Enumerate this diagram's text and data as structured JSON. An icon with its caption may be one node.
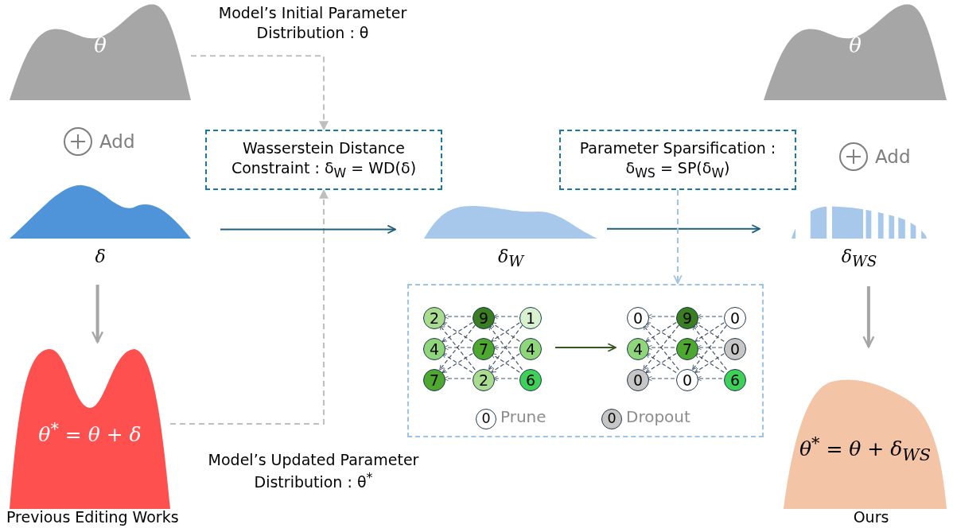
{
  "diagram": {
    "nodes": [
      {
        "text": [
          "θ"
        ],
        "beside": [
          "Model’s Initial Parameter Distribution : θ"
        ]
      },
      {
        "text": [
          "θ"
        ]
      },
      {
        "text": [
          "Wasserstein Distance Constraint : δ$_{W}$ = WD(δ)"
        ]
      },
      {
        "text": [
          "Parameter Sparsification : δ$_{WS}$ = SP(δ$_{W}$)"
        ]
      },
      {
        "text": [
          "δ"
        ]
      },
      {
        "text": [
          "δ$_{W}$"
        ]
      },
      {
        "text": [
          "δ$_{WS}$"
        ]
      },
      {
        "text": [],
        "shape": "box"
      },
      {
        "text": [
          "2"
        ],
        "in": 7
      },
      {
        "text": [
          "9"
        ],
        "in": 7
      },
      {
        "text": [
          "1"
        ],
        "in": 7
      },
      {
        "text": [
          "4"
        ],
        "in": 7
      },
      {
        "text": [
          "7"
        ],
        "in": 7
      },
      {
        "text": [
          "4"
        ],
        "in": 7
      },
      {
        "text": [
          "7"
        ],
        "in": 7
      },
      {
        "text": [
          "2"
        ],
        "in": 7
      },
      {
        "text": [
          "6"
        ],
        "in": 7
      },
      {
        "text": [
          "0"
        ],
        "in": 7
      },
      {
        "text": [
          "9"
        ],
        "in": 7
      },
      {
        "text": [
          "0"
        ],
        "in": 7
      },
      {
        "text": [
          "4"
        ],
        "in": 7
      },
      {
        "text": [
          "7"
        ],
        "in": 7
      },
      {
        "text": [
          "0"
        ],
        "in": 7
      },
      {
        "text": [
          "0"
        ],
        "in": 7
      },
      {
        "text": [
          "0"
        ],
        "in": 7
      },
      {
        "text": [
          "6"
        ],
        "in": 7
      },
      {
        "text": [
          "0"
        ],
        "in": 7,
        "beside": [
          "Prune"
        ]
      },
      {
        "text": [
          "0"
        ],
        "in": 7,
        "beside": [
          "Dropout"
        ]
      },
      {
        "text": [
          "θ$^{*}$ = θ + δ"
        ],
        "beside": [
          "Model’s Updated Parameter Distribution : θ$^{*}$",
          "Previous Editing Works"
        ]
      },
      {
        "text": [
          "θ$^{*}$ = θ + δ$_{WS}$"
        ],
        "beside": [
          "Ours"
        ]
      }
    ],
    "edges": [
      {
        "from": 0,
        "to": 2,
        "arrow": "to",
        "style": "dashed",
        "color": "#bfbfbf"
      },
      {
        "from": 28,
        "to": 2,
        "arrow": "to",
        "style": "dashed",
        "color": "#bfbfbf"
      },
      {
        "from": 4,
        "to": 5,
        "arrow": "to",
        "color": "#1f5f7e"
      },
      {
        "from": 5,
        "to": 6,
        "arrow": "to",
        "color": "#1f5f7e"
      },
      {
        "from": 3,
        "to": 7,
        "arrow": "to",
        "style": "dashed",
        "color": "#9dc3e6"
      },
      {
        "from": 4,
        "to": 28,
        "arrow": "to",
        "style": "thick",
        "color": "#a6a6a6"
      },
      {
        "from": 6,
        "to": 29,
        "arrow": "to",
        "style": "thick",
        "color": "#a6a6a6"
      },
      {
        "from": 13,
        "to": 20,
        "arrow": "to",
        "color": "#375623"
      },
      {
        "from": 9,
        "to": 8,
        "arrow": "to",
        "style": "dashed",
        "color": "#44546a"
      },
      {
        "from": 12,
        "to": 8,
        "arrow": "to",
        "style": "dashed",
        "color": "#44546a"
      },
      {
        "from": 15,
        "to": 8,
        "arrow": "to",
        "style": "dashed",
        "color": "#44546a"
      },
      {
        "from": 9,
        "to": 11,
        "arrow": "to",
        "style": "dashed",
        "color": "#44546a"
      },
      {
        "from": 12,
        "to": 11,
        "arrow": "to",
        "style": "dashed",
        "color": "#44546a"
      },
      {
        "from": 15,
        "to": 11,
        "arrow": "to",
        "style": "dashed",
        "color": "#44546a"
      },
      {
        "from": 9,
        "to": 14,
        "arrow": "to",
        "style": "dashed",
        "color": "#44546a"
      },
      {
        "from": 12,
        "to": 14,
        "arrow": "to",
        "style": "dashed",
        "color": "#44546a"
      },
      {
        "from": 15,
        "to": 14,
        "arrow": "to",
        "style": "dashed",
        "color": "#44546a"
      },
      {
        "from": 10,
        "to": 9,
        "arrow": "to",
        "style": "dashed",
        "color": "#44546a"
      },
      {
        "from": 13,
        "to": 9,
        "arrow": "to",
        "style": "dashed",
        "color": "#44546a"
      },
      {
        "from": 16,
        "to": 9,
        "arrow": "to",
        "style": "dashed",
        "color": "#44546a"
      },
      {
        "from": 10,
        "to": 12,
        "arrow": "to",
        "style": "dashed",
        "color": "#44546a"
      },
      {
        "from": 13,
        "to": 12,
        "arrow": "to",
        "style": "dashed",
        "color": "#44546a"
      },
      {
        "from": 16,
        "to": 12,
        "arrow": "to",
        "style": "dashed",
        "color": "#44546a"
      },
      {
        "from": 10,
        "to": 15,
        "arrow": "to",
        "style": "dashed",
        "color": "#44546a"
      },
      {
        "from": 13,
        "to": 15,
        "arrow": "to",
        "style": "dashed",
        "color": "#44546a"
      },
      {
        "from": 16,
        "to": 15,
        "arrow": "to",
        "style": "dashed",
        "color": "#44546a"
      },
      {
        "from": 18,
        "to": 17,
        "arrow": "to",
        "style": "dashed",
        "color": "#44546a"
      },
      {
        "from": 21,
        "to": 17,
        "arrow": "to",
        "style": "dashed",
        "color": "#44546a"
      },
      {
        "from": 24,
        "to": 17,
        "arrow": "to",
        "style": "dashed",
        "color": "#44546a"
      },
      {
        "from": 18,
        "to": 20,
        "arrow": "to",
        "style": "dashed",
        "color": "#44546a"
      },
      {
        "from": 21,
        "to": 20,
        "arrow": "to",
        "style": "dashed",
        "color": "#44546a"
      },
      {
        "from": 24,
        "to": 20,
        "arrow": "to",
        "style": "dashed",
        "color": "#44546a"
      },
      {
        "from": 18,
        "to": 23,
        "arrow": "to",
        "style": "dashed",
        "color": "#44546a"
      },
      {
        "from": 21,
        "to": 23,
        "arrow": "to",
        "style": "dashed",
        "color": "#44546a"
      },
      {
        "from": 24,
        "to": 23,
        "arrow": "to",
        "style": "dashed",
        "color": "#44546a"
      },
      {
        "from": 19,
        "to": 18,
        "arrow": "to",
        "style": "dashed",
        "color": "#44546a"
      },
      {
        "from": 22,
        "to": 18,
        "arrow": "to",
        "style": "dashed",
        "color": "#44546a"
      },
      {
        "from": 25,
        "to": 18,
        "arrow": "to",
        "style": "dashed",
        "color": "#44546a"
      },
      {
        "from": 19,
        "to": 21,
        "arrow": "to",
        "style": "dashed",
        "color": "#44546a"
      },
      {
        "from": 22,
        "to": 21,
        "arrow": "to",
        "style": "dashed",
        "color": "#44546a"
      },
      {
        "from": 25,
        "to": 21,
        "arrow": "to",
        "style": "dashed",
        "color": "#44546a"
      },
      {
        "from": 19,
        "to": 24,
        "arrow": "to",
        "style": "dashed",
        "color": "#44546a"
      },
      {
        "from": 22,
        "to": 24,
        "arrow": "to",
        "style": "dashed",
        "color": "#44546a"
      },
      {
        "from": 25,
        "to": 24,
        "arrow": "to",
        "style": "dashed",
        "color": "#44546a"
      }
    ],
    "labels": [
      "Add",
      "Add"
    ]
  }
}
